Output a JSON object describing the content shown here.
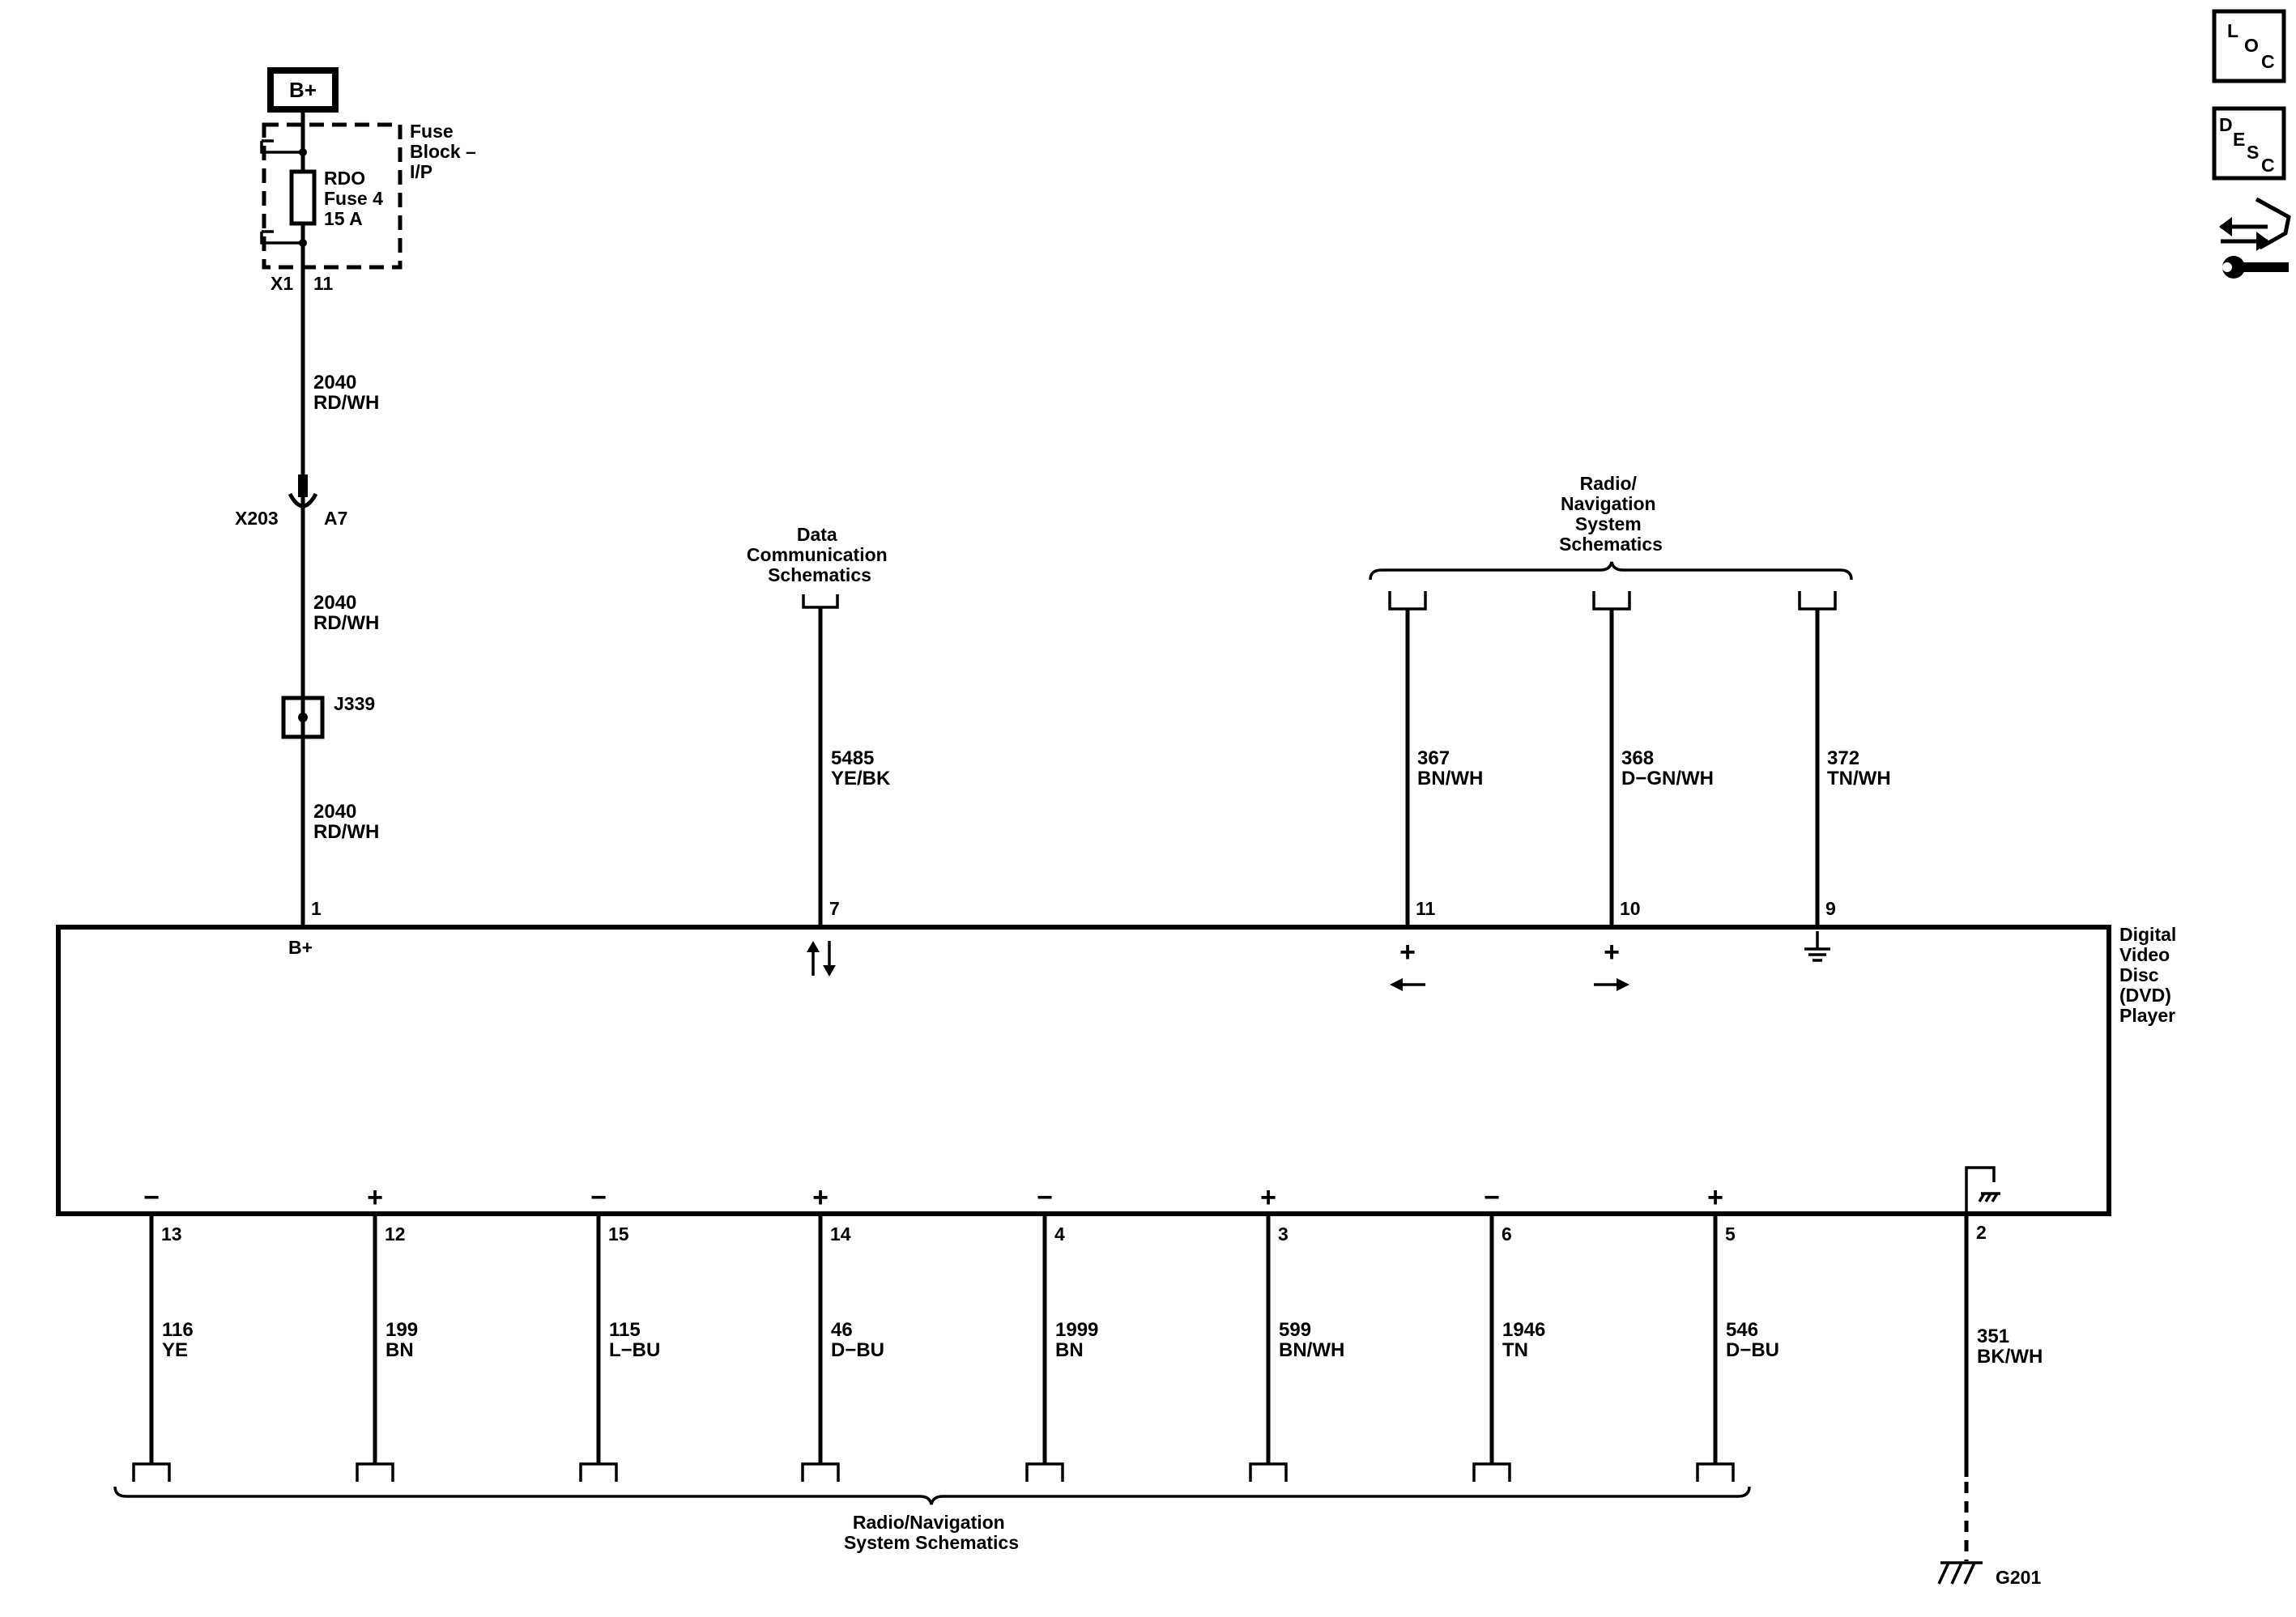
{
  "power_source": {
    "label": "B+"
  },
  "fuse_block": {
    "name_lines": [
      "Fuse",
      "Block –",
      "I/P"
    ],
    "fuse_lines": [
      "RDO",
      "Fuse 4",
      "15 A"
    ],
    "connector": "X1",
    "pin": "11"
  },
  "b_plus_wire": {
    "seg1": {
      "circuit": "2040",
      "color": "RD/WH"
    },
    "inline_connector": {
      "name": "X203",
      "pin": "A7"
    },
    "seg2": {
      "circuit": "2040",
      "color": "RD/WH"
    },
    "splice": "J339",
    "seg3": {
      "circuit": "2040",
      "color": "RD/WH"
    },
    "pin": "1",
    "inner_label": "B+"
  },
  "data_comm": {
    "lines": [
      "Data",
      "Communication",
      "Schematics"
    ],
    "circuit": "5485",
    "color": "YE/BK",
    "pin": "7"
  },
  "radio_nav_top": {
    "lines": [
      "Radio/",
      "Navigation",
      "System",
      "Schematics"
    ],
    "wires": [
      {
        "circuit": "367",
        "color": "BN/WH",
        "pin": "11",
        "sign": "+"
      },
      {
        "circuit": "368",
        "color": "D−GN/WH",
        "pin": "10",
        "sign": "+"
      },
      {
        "circuit": "372",
        "color": "TN/WH",
        "pin": "9",
        "sign": ""
      }
    ]
  },
  "module": {
    "name_lines": [
      "Digital",
      "Video",
      "Disc",
      "(DVD)",
      "Player"
    ]
  },
  "bottom_wires": [
    {
      "sign": "−",
      "pin": "13",
      "circuit": "116",
      "color": "YE"
    },
    {
      "sign": "+",
      "pin": "12",
      "circuit": "199",
      "color": "BN"
    },
    {
      "sign": "−",
      "pin": "15",
      "circuit": "115",
      "color": "L−BU"
    },
    {
      "sign": "+",
      "pin": "14",
      "circuit": "46",
      "color": "D−BU"
    },
    {
      "sign": "−",
      "pin": "4",
      "circuit": "1999",
      "color": "BN"
    },
    {
      "sign": "+",
      "pin": "3",
      "circuit": "599",
      "color": "BN/WH"
    },
    {
      "sign": "−",
      "pin": "6",
      "circuit": "1946",
      "color": "TN"
    },
    {
      "sign": "+",
      "pin": "5",
      "circuit": "546",
      "color": "D−BU"
    }
  ],
  "radio_nav_bottom": {
    "lines": [
      "Radio/Navigation",
      "System Schematics"
    ]
  },
  "ground_wire": {
    "pin": "2",
    "circuit": "351",
    "color": "BK/WH",
    "ground": "G201"
  },
  "side_icons": [
    {
      "letters": [
        "L",
        "O",
        "C"
      ],
      "icon": "location-icon"
    },
    {
      "letters": [
        "D",
        "E",
        "S",
        "C"
      ],
      "icon": "description-icon"
    },
    {
      "icon": "connector-repair-icon"
    }
  ]
}
